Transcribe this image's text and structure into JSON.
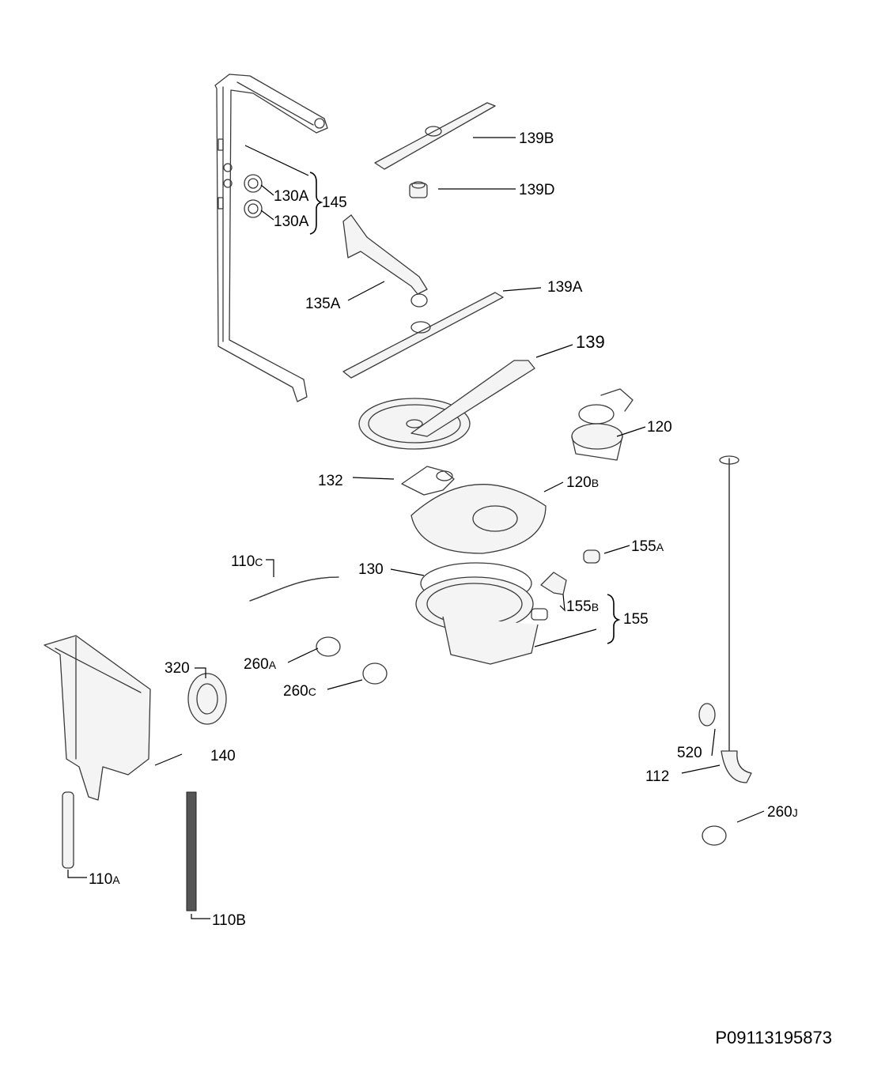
{
  "diagram": {
    "labels": {
      "p139B": {
        "main": "139B"
      },
      "p139D": {
        "main": "139D"
      },
      "p130A_1": {
        "main": "130A",
        "suffix": ""
      },
      "p130A_2": {
        "main": "130A",
        "suffix": ""
      },
      "p145": {
        "main": "145"
      },
      "p135A": {
        "main": "135A"
      },
      "p139A": {
        "main": "139A"
      },
      "p139": {
        "main": "139"
      },
      "p120": {
        "main": "120"
      },
      "p132": {
        "main": "132"
      },
      "p120B": {
        "main": "120",
        "suffix": "B"
      },
      "p155A": {
        "main": "155",
        "suffix": "A"
      },
      "p110C": {
        "main": "110",
        "suffix": "C"
      },
      "p130": {
        "main": "130"
      },
      "p155B": {
        "main": "155",
        "suffix": "B"
      },
      "p155": {
        "main": "155"
      },
      "p260A": {
        "main": "260",
        "suffix": "A"
      },
      "p260C": {
        "main": "260",
        "suffix": "C"
      },
      "p320": {
        "main": "320"
      },
      "p140": {
        "main": "140"
      },
      "p520": {
        "main": "520"
      },
      "p112": {
        "main": "112"
      },
      "p260J": {
        "main": "260",
        "suffix": "J"
      },
      "p110A": {
        "main": "110",
        "suffix": "A"
      },
      "p110B": {
        "main": "110B"
      }
    },
    "drawing_code": "P09113195873"
  }
}
